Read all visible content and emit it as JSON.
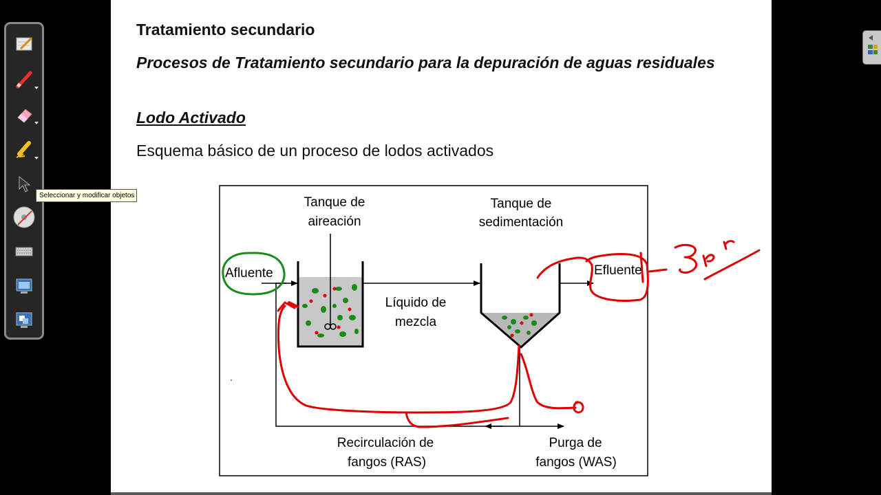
{
  "document": {
    "heading": "Tratamiento secundario",
    "subheading": "Procesos de Tratamiento secundario para la depuración de aguas residuales",
    "section_title": "Lodo Activado",
    "description": "Esquema básico de un proceso de lodos activados"
  },
  "diagram": {
    "aeration_tank_label": [
      "Tanque de",
      "aireación"
    ],
    "settling_tank_label": [
      "Tanque de",
      "sedimentación"
    ],
    "influent_label": "Afluente",
    "effluent_label": "Efluente",
    "mixed_liquor_label": [
      "Líquido de",
      "mezcla"
    ],
    "ras_label": [
      "Recirculación de",
      "fangos (RAS)"
    ],
    "was_label": [
      "Purga de",
      "fangos (WAS)"
    ],
    "handwritten_note": "3 pr"
  },
  "toolbar": {
    "tools": [
      {
        "name": "pen-notepad-icon"
      },
      {
        "name": "pen-icon"
      },
      {
        "name": "eraser-icon"
      },
      {
        "name": "highlighter-icon"
      },
      {
        "name": "select-arrow-icon"
      },
      {
        "name": "disc-tool-icon"
      },
      {
        "name": "keyboard-icon"
      },
      {
        "name": "screen-capture-icon"
      },
      {
        "name": "display-settings-icon"
      }
    ],
    "tooltip": "Seleccionar y modificar objetos"
  },
  "colors": {
    "annotation_red": "#e00000",
    "annotation_green": "#1a8a1a",
    "toolbar_bg": "#262626"
  }
}
